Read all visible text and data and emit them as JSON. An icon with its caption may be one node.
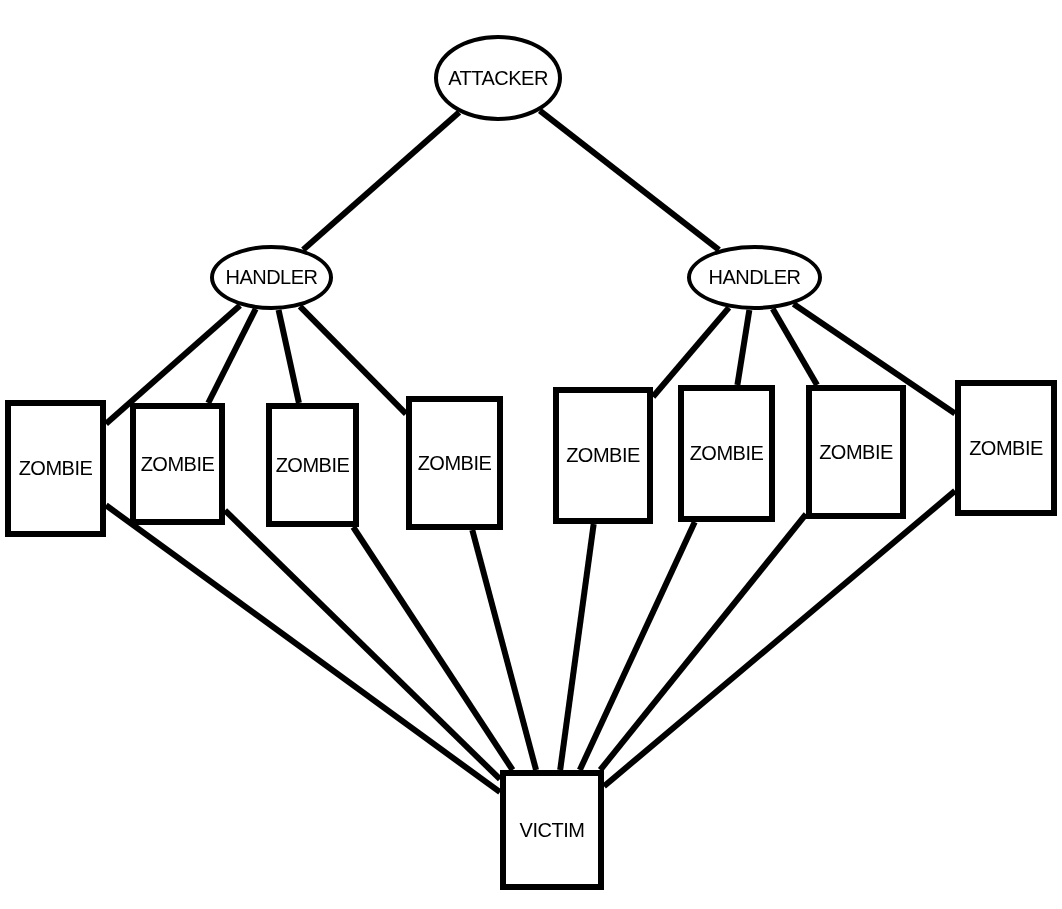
{
  "diagram": {
    "nodes": [
      {
        "text": [
          "ATTACKER"
        ]
      },
      {
        "text": [
          "HANDLER"
        ]
      },
      {
        "text": [
          "HANDLER"
        ]
      },
      {
        "text": [
          "ZOMBIE"
        ]
      },
      {
        "text": [
          "ZOMBIE"
        ]
      },
      {
        "text": [
          "ZOMBIE"
        ]
      },
      {
        "text": [
          "ZOMBIE"
        ]
      },
      {
        "text": [
          "ZOMBIE"
        ]
      },
      {
        "text": [
          "ZOMBIE"
        ]
      },
      {
        "text": [
          "ZOMBIE"
        ]
      },
      {
        "text": [
          "ZOMBIE"
        ]
      },
      {
        "text": [
          "VICTIM"
        ]
      }
    ],
    "edges": [
      {
        "from": 0,
        "to": 1,
        "arrow": "none"
      },
      {
        "from": 0,
        "to": 2,
        "arrow": "none"
      },
      {
        "from": 1,
        "to": 3,
        "arrow": "none"
      },
      {
        "from": 1,
        "to": 4,
        "arrow": "none"
      },
      {
        "from": 1,
        "to": 5,
        "arrow": "none"
      },
      {
        "from": 1,
        "to": 6,
        "arrow": "none"
      },
      {
        "from": 2,
        "to": 7,
        "arrow": "none"
      },
      {
        "from": 2,
        "to": 8,
        "arrow": "none"
      },
      {
        "from": 2,
        "to": 9,
        "arrow": "none"
      },
      {
        "from": 2,
        "to": 10,
        "arrow": "none"
      },
      {
        "from": 3,
        "to": 11,
        "arrow": "none"
      },
      {
        "from": 4,
        "to": 11,
        "arrow": "none"
      },
      {
        "from": 5,
        "to": 11,
        "arrow": "none"
      },
      {
        "from": 6,
        "to": 11,
        "arrow": "none"
      },
      {
        "from": 7,
        "to": 11,
        "arrow": "none"
      },
      {
        "from": 8,
        "to": 11,
        "arrow": "none"
      },
      {
        "from": 9,
        "to": 11,
        "arrow": "none"
      },
      {
        "from": 10,
        "to": 11,
        "arrow": "none"
      }
    ]
  }
}
